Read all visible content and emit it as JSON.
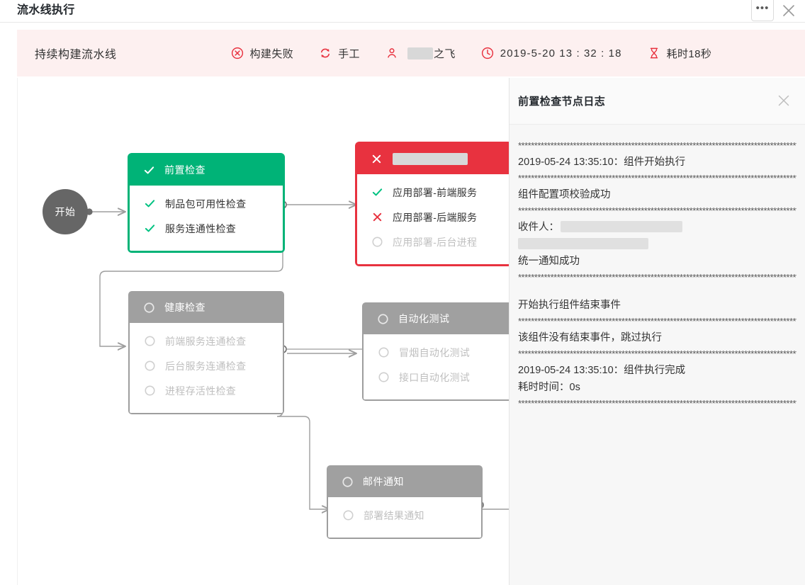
{
  "window": {
    "title": "流水线执行",
    "more_label": "•••",
    "close_icon": "close-icon"
  },
  "summary": {
    "pipeline_name": "持续构建流水线",
    "metrics": [
      {
        "icon": "failed-circle-icon",
        "label": "构建失败"
      },
      {
        "icon": "refresh-icon",
        "label": "手工"
      },
      {
        "icon": "user-icon",
        "label": "之飞",
        "redacted": true
      },
      {
        "icon": "clock-icon",
        "label": "2019-5-20 13 : 32 : 18"
      },
      {
        "icon": "hourglass-icon",
        "label": "耗时18秒"
      }
    ]
  },
  "graph": {
    "start_label": "开始",
    "stages": [
      {
        "id": "pre-check",
        "title": "前置检查",
        "status": "ok",
        "head_icon": "check-icon",
        "tasks": [
          {
            "label": "制品包可用性检查",
            "icon": "check-icon",
            "state": "ok"
          },
          {
            "label": "服务连通性检查",
            "icon": "check-icon",
            "state": "ok"
          }
        ]
      },
      {
        "id": "deploy",
        "title": "",
        "title_redacted": true,
        "status": "fail",
        "head_icon": "cross-icon",
        "tasks": [
          {
            "label": "应用部署-前端服务",
            "icon": "check-icon",
            "state": "ok"
          },
          {
            "label": "应用部署-后端服务",
            "icon": "cross-icon",
            "state": "fail"
          },
          {
            "label": "应用部署-后台进程",
            "icon": "circle-icon",
            "state": "pending"
          }
        ]
      },
      {
        "id": "health-check",
        "title": "健康检查",
        "status": "idle",
        "head_icon": "circle-icon",
        "tasks": [
          {
            "label": "前端服务连通检查",
            "icon": "circle-icon",
            "state": "pending"
          },
          {
            "label": "后台服务连通检查",
            "icon": "circle-icon",
            "state": "pending"
          },
          {
            "label": "进程存活性检查",
            "icon": "circle-icon",
            "state": "pending"
          }
        ]
      },
      {
        "id": "auto-test",
        "title": "自动化测试",
        "status": "idle",
        "head_icon": "circle-icon",
        "tasks": [
          {
            "label": "冒烟自动化测试",
            "icon": "circle-icon",
            "state": "pending"
          },
          {
            "label": "接口自动化测试",
            "icon": "circle-icon",
            "state": "pending"
          }
        ]
      },
      {
        "id": "mail-notify",
        "title": "邮件通知",
        "status": "idle",
        "head_icon": "circle-icon",
        "tasks": [
          {
            "label": "部署结果通知",
            "icon": "circle-icon",
            "state": "pending"
          }
        ]
      }
    ]
  },
  "log": {
    "title": "前置检查节点日志",
    "close_icon": "close-icon",
    "separator": "************************************************",
    "lines": [
      {
        "type": "sep"
      },
      {
        "type": "text",
        "text": "2019-05-24 13:35:10：组件开始执行"
      },
      {
        "type": "sep"
      },
      {
        "type": "text",
        "text": "组件配置项校验成功"
      },
      {
        "type": "sep"
      },
      {
        "type": "redacted-recipients",
        "prefix": "收件人："
      },
      {
        "type": "text",
        "text": "统一通知成功"
      },
      {
        "type": "sep"
      },
      {
        "type": "blank"
      },
      {
        "type": "text",
        "text": "开始执行组件结束事件"
      },
      {
        "type": "sep"
      },
      {
        "type": "text",
        "text": "该组件没有结束事件，跳过执行"
      },
      {
        "type": "sep"
      },
      {
        "type": "text",
        "text": "2019-05-24 13:35:10：组件执行完成"
      },
      {
        "type": "text",
        "text": "耗时时间：0s"
      },
      {
        "type": "sep"
      }
    ]
  },
  "colors": {
    "success": "#00b377",
    "fail": "#e8323f",
    "idle": "#a0a0a0",
    "summary_bg": "#fdf0f0",
    "panel_bg": "#f7f7f7"
  }
}
